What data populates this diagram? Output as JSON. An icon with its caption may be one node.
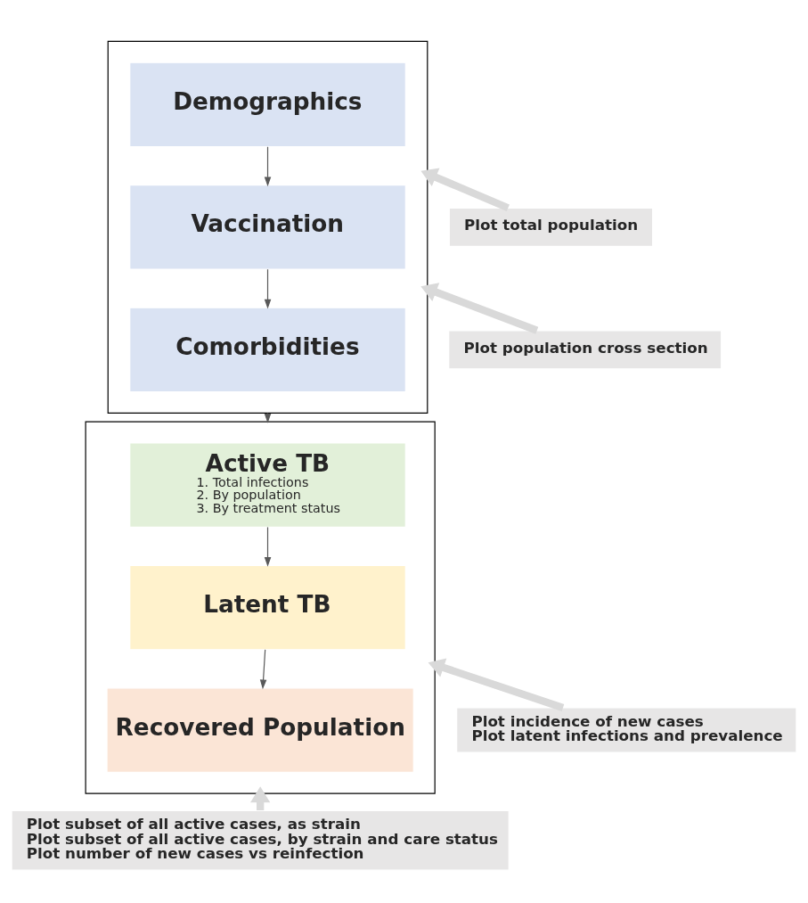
{
  "diagram": {
    "nodes": [
      {
        "text": [],
        "shape": "box"
      },
      {
        "text": [
          "Demographics"
        ],
        "in": 0
      },
      {
        "text": [
          "Vaccination"
        ],
        "in": 0
      },
      {
        "text": [
          "Comorbidities"
        ],
        "in": 0
      },
      {
        "text": [],
        "shape": "box"
      },
      {
        "text": [
          "Active TB",
          "1. Total infections",
          "2. By population",
          "3. By treatment status"
        ],
        "in": 4
      },
      {
        "text": [
          "Latent TB"
        ],
        "in": 4
      },
      {
        "text": [
          "Recovered Population"
        ],
        "in": 4
      },
      {
        "text": [
          "Plot total population"
        ]
      },
      {
        "text": [
          "Plot population cross section"
        ]
      },
      {
        "text": [
          "Plot incidence of new cases",
          "Plot latent infections and prevalence"
        ]
      },
      {
        "text": [
          "Plot subset of all active cases, as strain",
          "Plot subset of all active cases, by strain and care status",
          "Plot number of new cases vs reinfection"
        ]
      }
    ],
    "edges": [
      {
        "from": 1,
        "to": 2,
        "arrow": "to"
      },
      {
        "from": 2,
        "to": 3,
        "arrow": "to"
      },
      {
        "from": 0,
        "to": 4,
        "arrow": "to"
      },
      {
        "from": 5,
        "to": 6,
        "arrow": "to"
      },
      {
        "from": 6,
        "to": 7,
        "arrow": "to"
      },
      {
        "from": 8,
        "to": 0,
        "arrow": "to",
        "style": "thick",
        "color": "#d9d9d9"
      },
      {
        "from": 9,
        "to": 0,
        "arrow": "to",
        "style": "thick",
        "color": "#d9d9d9"
      },
      {
        "from": 10,
        "to": 4,
        "arrow": "to",
        "style": "thick",
        "color": "#d9d9d9"
      },
      {
        "from": 11,
        "to": 4,
        "arrow": "to",
        "style": "thick",
        "color": "#d9d9d9"
      }
    ]
  }
}
